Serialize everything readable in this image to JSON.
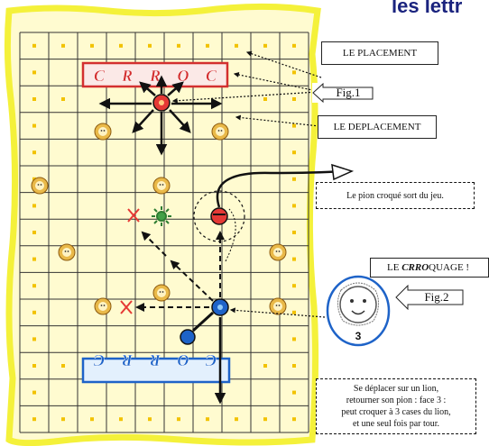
{
  "header": {
    "title": "les lettr"
  },
  "board": {
    "rows": 15,
    "cols": 10,
    "top_name_tiles": [
      "C",
      "R",
      "R",
      "O",
      "C"
    ],
    "bottom_name_tiles": [
      "C",
      "R",
      "R",
      "O",
      "C"
    ],
    "top_color": "#d32f2f",
    "bottom_color": "#1e63c8",
    "frame_color": "#f4f13a"
  },
  "labels": {
    "placement": "LE PLACEMENT",
    "fig1": "Fig.1",
    "deplacement": "LE DEPLACEMENT",
    "croque": "Le pion croqué sort du jeu.",
    "crroquage_prefix": "LE ",
    "crroquage_brand": "CRRO",
    "crroquage_suffix": "QUAGE !",
    "fig2": "Fig.2",
    "lion_number": "3",
    "rule_line1": "Se déplacer sur un lion,",
    "rule_line2": "retourner son pion : face 3 :",
    "rule_line3": "peut croquer à 3 cases du lion,",
    "rule_line4": "et une seul fois par tour."
  }
}
